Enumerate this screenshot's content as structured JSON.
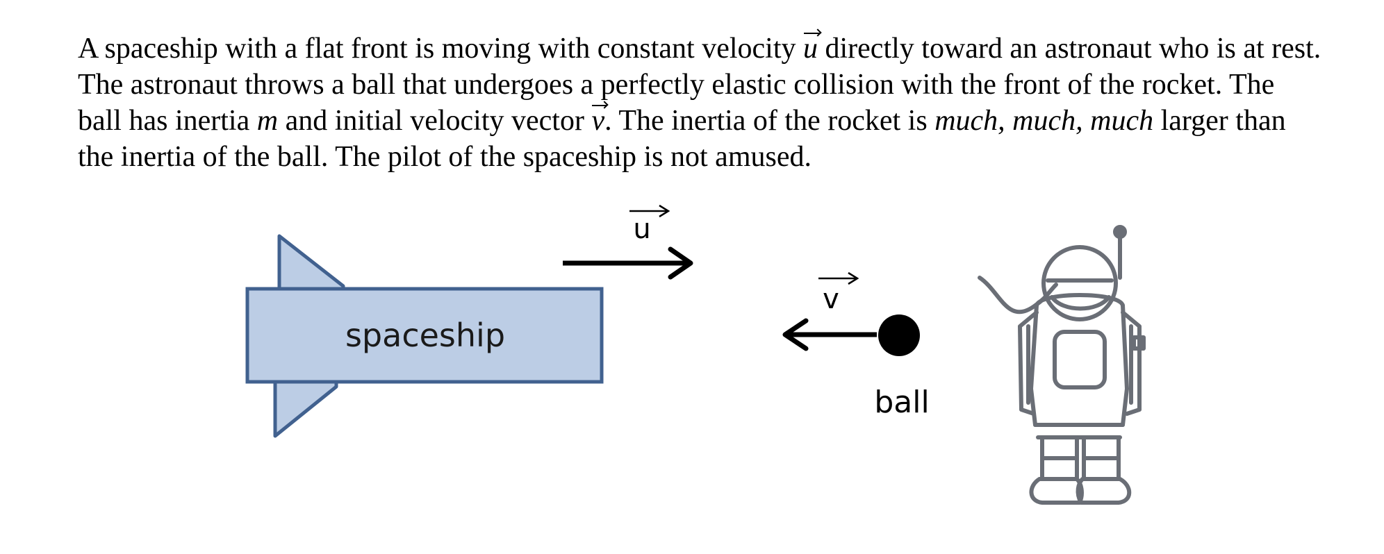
{
  "problem": {
    "part1": "A spaceship with a flat front is moving with constant velocity ",
    "vec_u": "u",
    "part2": " directly toward an astronaut who is at rest.  The astronaut throws a ball that undergoes a perfectly elastic collision with the front of the rocket.  The ball has inertia ",
    "mass_symbol": "m",
    "part3": " and initial velocity vector ",
    "vec_v": "v",
    "part4": ".  The inertia of the rocket is ",
    "emphasis": "much, much, much",
    "part5": " larger than the inertia of the ball.  The pilot of the spaceship is not amused."
  },
  "diagram": {
    "spaceship_label": "spaceship",
    "u_label": "u",
    "v_label": "v",
    "ball_label": "ball",
    "colors": {
      "spaceship_fill": "#bccde5",
      "spaceship_stroke": "#41618f",
      "arrow": "#000000",
      "ball": "#000000",
      "astronaut_stroke": "#6a6e76"
    }
  }
}
